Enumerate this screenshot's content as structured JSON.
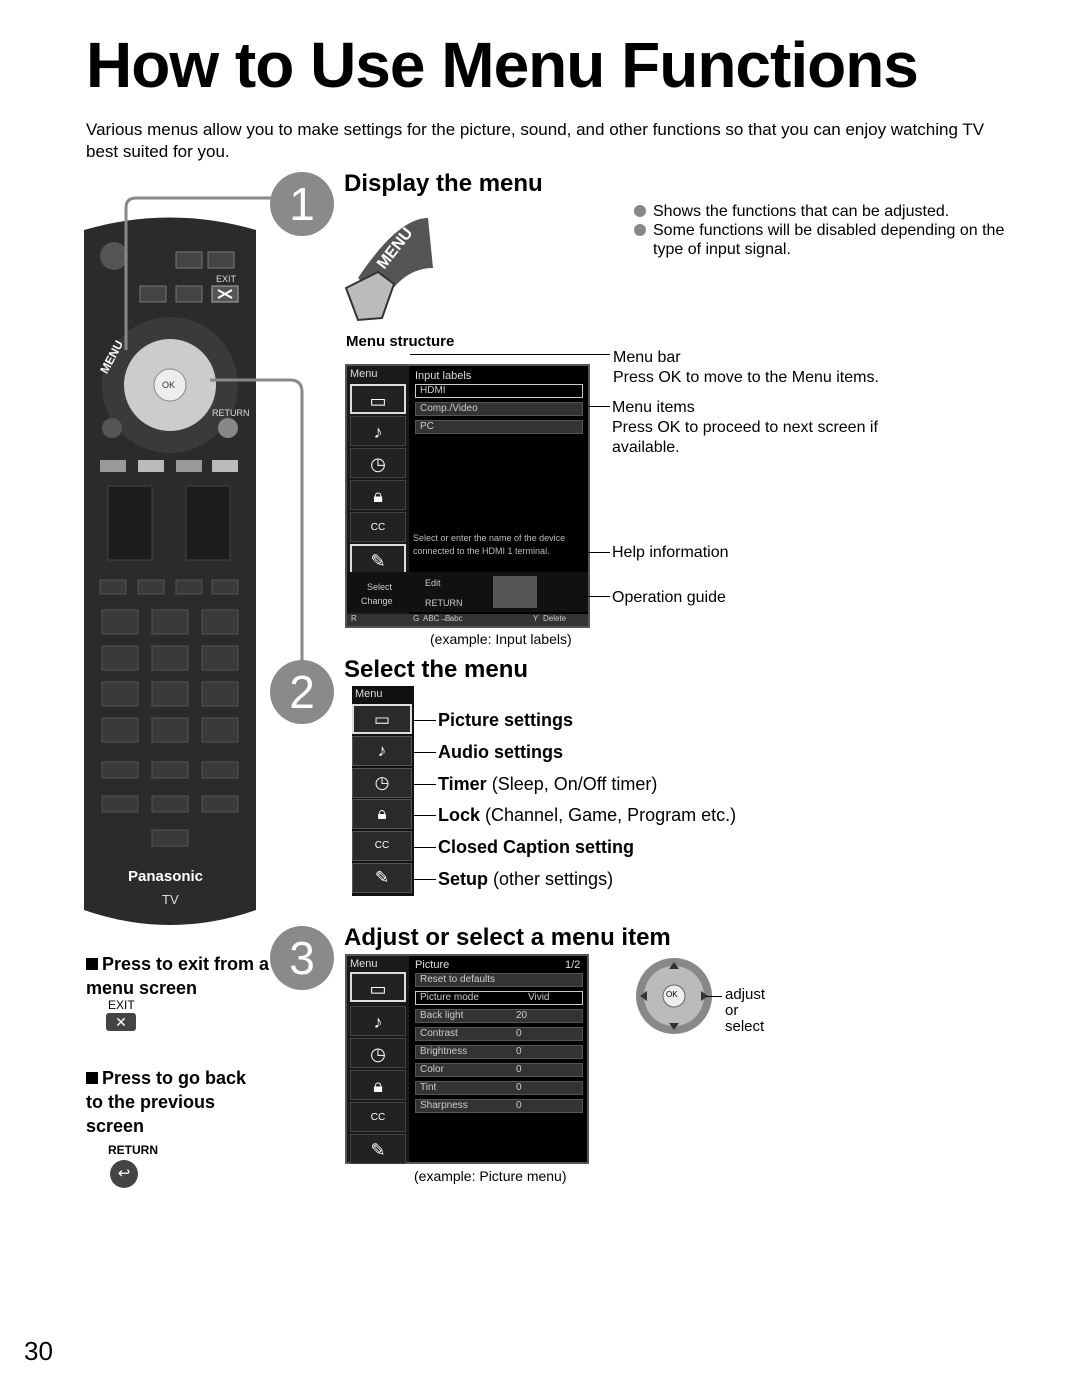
{
  "title": "How to Use Menu Functions",
  "intro": "Various menus allow you to make settings for the picture, sound, and other functions so that you can enjoy watching TV best suited for you.",
  "steps": [
    {
      "num": "1",
      "heading": "Display the menu"
    },
    {
      "num": "2",
      "heading": "Select the menu"
    },
    {
      "num": "3",
      "heading": "Adjust or select a menu item"
    }
  ],
  "step1_notes": [
    "Shows the functions that can be adjusted.",
    "Some functions will be disabled depending on the type of input signal."
  ],
  "menu_button_label": "MENU",
  "menu_structure": {
    "heading": "Menu structure",
    "screen": {
      "menu_label": "Menu",
      "bar_title": "Input labels",
      "items": [
        "HDMI",
        "Comp./Video",
        "PC"
      ],
      "help": "Select or enter the name of the device connected to the HDMI 1 terminal.",
      "guide": {
        "select": "Select",
        "change": "Change",
        "edit": "Edit",
        "return": "RETURN",
        "abc": "ABC→ abc",
        "delete": "Delete"
      },
      "keys": [
        "R",
        "G",
        "B",
        "Y"
      ]
    },
    "callouts": {
      "menu_bar": "Menu bar",
      "menu_bar_desc": "Press OK to move to the Menu items.",
      "menu_items": "Menu items",
      "menu_items_desc": "Press OK to proceed to next screen if available.",
      "help_info": "Help information",
      "op_guide": "Operation guide"
    },
    "caption": "(example: Input labels)"
  },
  "select_menu": {
    "menu_label": "Menu",
    "items": [
      {
        "bold": "Picture settings",
        "rest": ""
      },
      {
        "bold": "Audio settings",
        "rest": ""
      },
      {
        "bold": "Timer",
        "rest": " (Sleep, On/Off timer)"
      },
      {
        "bold": "Lock",
        "rest": " (Channel, Game, Program etc.)"
      },
      {
        "bold": "Closed Caption setting",
        "rest": ""
      },
      {
        "bold": "Setup",
        "rest": " (other settings)"
      }
    ]
  },
  "picture_menu": {
    "menu_label": "Menu",
    "bar_title": "Picture",
    "page": "1/2",
    "rows": [
      {
        "label": "Reset to defaults",
        "value": ""
      },
      {
        "label": "Picture mode",
        "value": "Vivid"
      },
      {
        "label": "Back light",
        "value": "20"
      },
      {
        "label": "Contrast",
        "value": "0"
      },
      {
        "label": "Brightness",
        "value": "0"
      },
      {
        "label": "Color",
        "value": "0"
      },
      {
        "label": "Tint",
        "value": "0"
      },
      {
        "label": "Sharpness",
        "value": "0"
      }
    ],
    "caption": "(example:  Picture menu)"
  },
  "ok_labels": {
    "ok": "OK",
    "adjust": "adjust",
    "or": "or",
    "select": "select"
  },
  "remote": {
    "exit": "EXIT",
    "return": "RETURN",
    "ok": "OK",
    "brand": "Panasonic",
    "tv": "TV"
  },
  "exit_note": {
    "heading": "Press to exit from a menu screen",
    "key": "EXIT"
  },
  "back_note": {
    "heading": "Press to go back to the previous screen",
    "key": "RETURN"
  },
  "page_number": "30"
}
